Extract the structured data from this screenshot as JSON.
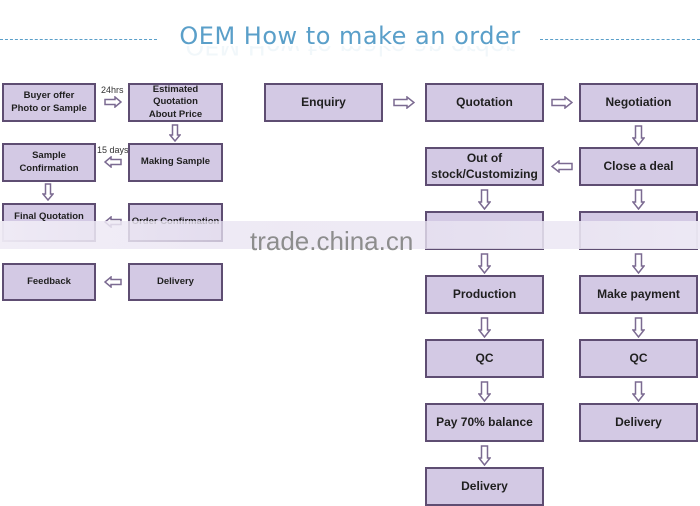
{
  "header": {
    "title": "OEM How to make an order"
  },
  "left_flow": {
    "boxes": [
      {
        "id": "buyer-offer",
        "label": "Buyer offer\nPhoto or Sample"
      },
      {
        "id": "estimated-quotation",
        "label": "Estimated Quotation\nAbout Price"
      },
      {
        "id": "sample-confirmation",
        "label": "Sample Confirmation"
      },
      {
        "id": "making-sample",
        "label": "Making Sample"
      },
      {
        "id": "final-quotation",
        "label": "Final Quotation"
      },
      {
        "id": "order-confirmation",
        "label": "Order Confirmation"
      },
      {
        "id": "feedback",
        "label": "Feedback"
      },
      {
        "id": "delivery",
        "label": "Delivery"
      }
    ],
    "arrow_labels": {
      "buyer_to_quotation": "24hrs",
      "making_to_confirmation": "15 days"
    }
  },
  "right_flow": {
    "boxes": [
      {
        "id": "enquiry",
        "label": "Enquiry"
      },
      {
        "id": "quotation",
        "label": "Quotation"
      },
      {
        "id": "negotiation",
        "label": "Negotiation"
      },
      {
        "id": "out-of-stock",
        "label": "Out of\nstock/Customizing"
      },
      {
        "id": "close-deal",
        "label": "Close a deal"
      },
      {
        "id": "production",
        "label": "Production"
      },
      {
        "id": "make-payment",
        "label": "Make payment"
      },
      {
        "id": "qc-left",
        "label": "QC"
      },
      {
        "id": "qc-right",
        "label": "QC"
      },
      {
        "id": "pay-balance",
        "label": "Pay 70% balance"
      },
      {
        "id": "delivery-right",
        "label": "Delivery"
      },
      {
        "id": "delivery-left",
        "label": "Delivery"
      }
    ]
  },
  "watermark": "trade.china.cn",
  "colors": {
    "title": "#5a9fc9",
    "box_fill": "#d3c9e4",
    "box_border": "#5e4d72",
    "arrow": "#7b6a91"
  }
}
